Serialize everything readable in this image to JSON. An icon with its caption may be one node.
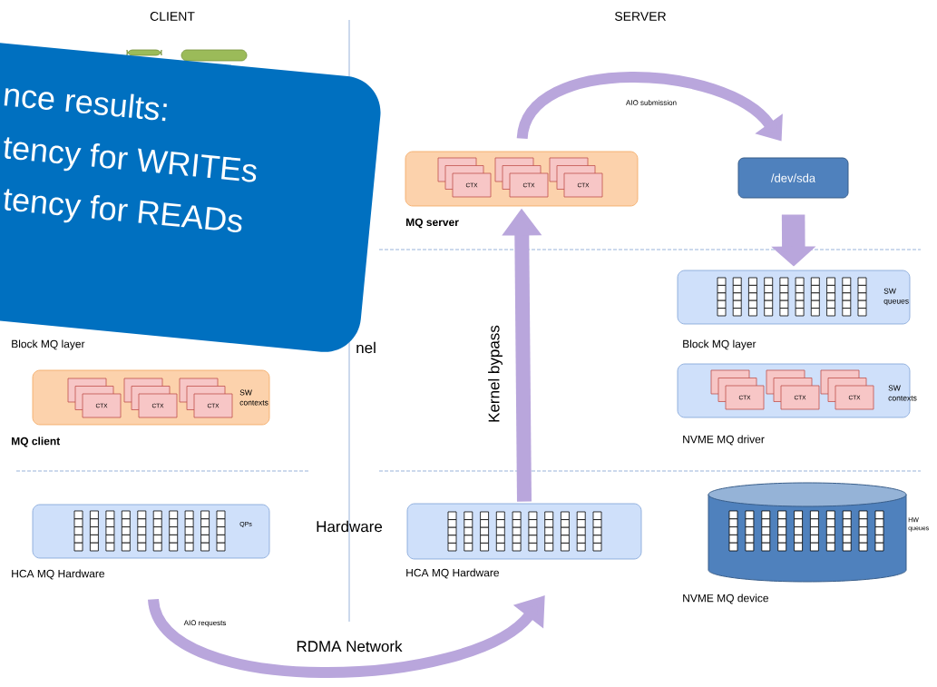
{
  "diagram": {
    "nodes": [
      {
        "text": [],
        "shape": "box"
      },
      {
        "text": [],
        "shape": "box"
      },
      {
        "text": [
          "nce results:",
          "tency for WRITEs",
          "tency for READs"
        ]
      },
      {
        "text": [],
        "shape": "box",
        "beside": [
          "MQ server"
        ]
      },
      {
        "text": [
          "CTX"
        ],
        "in": 3
      },
      {
        "text": [
          "CTX"
        ],
        "in": 3
      },
      {
        "text": [
          "CTX"
        ],
        "in": 3
      },
      {
        "text": [
          "/dev/sda"
        ]
      },
      {
        "text": [
          "SW queues"
        ],
        "beside": [
          "Block MQ layer"
        ]
      },
      {
        "text": [
          "SW contexts"
        ],
        "beside": [
          "MQ client"
        ]
      },
      {
        "text": [
          "CTX"
        ],
        "in": 9
      },
      {
        "text": [
          "CTX"
        ],
        "in": 9
      },
      {
        "text": [
          "CTX"
        ],
        "in": 9
      },
      {
        "text": [
          "SW contexts"
        ],
        "beside": [
          "NVME MQ driver"
        ]
      },
      {
        "text": [
          "CTX"
        ],
        "in": 13
      },
      {
        "text": [
          "CTX"
        ],
        "in": 13
      },
      {
        "text": [
          "CTX"
        ],
        "in": 13
      },
      {
        "text": [
          "QPs"
        ],
        "beside": [
          "HCA MQ Hardware"
        ]
      },
      {
        "text": [],
        "shape": "box",
        "beside": [
          "HCA MQ Hardware"
        ]
      },
      {
        "text": [
          "HW queues"
        ],
        "beside": [
          "NVME MQ device"
        ]
      }
    ],
    "edges": [
      {
        "from": 3,
        "to": 7,
        "arrow": "to",
        "label": "AIO submission"
      },
      {
        "from": 7,
        "to": 8,
        "arrow": "to",
        "style": "thick"
      },
      {
        "from": 18,
        "to": 3,
        "arrow": "to",
        "label": "Kernel bypass"
      },
      {
        "from": 17,
        "to": 18,
        "arrow": "to",
        "label": "AIO requests"
      }
    ],
    "labels": [
      "CLIENT",
      "SERVER",
      "Block MQ layer",
      "nel",
      "Hardware",
      "RDMA Network"
    ]
  }
}
